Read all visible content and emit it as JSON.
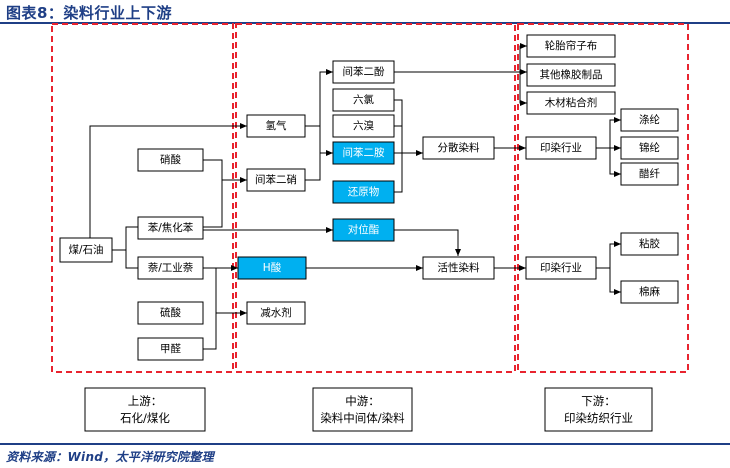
{
  "header": {
    "title": "图表8：染料行业上下游"
  },
  "footer": {
    "source": "资料来源：Wind，太平洋研究院整理"
  },
  "colors": {
    "brand": "#1f3f86",
    "highlight": "#00b0f0",
    "dashed_border": "#e8242f"
  },
  "diagram": {
    "nodes": {
      "coal_oil": "煤/石油",
      "nitric_acid": "硝酸",
      "benzene_coke": "苯/焦化苯",
      "naphthalene": "萘/工业萘",
      "sulfuric_acid": "硫酸",
      "formaldehyde": "甲醛",
      "hydrogen": "氢气",
      "m_dinitrobenzene": "间苯二硝",
      "m_phenylenediol": "间苯二酚",
      "hexachloro": "六氯",
      "hexabromo": "六溴",
      "m_phenylenediamine": "间苯二胺",
      "reductant": "还原物",
      "p_aminophenol": "对位酯",
      "h_acid": "H酸",
      "water_reducer": "减水剂",
      "disperse_dye": "分散染料",
      "reactive_dye": "活性染料",
      "tire_cord": "轮胎帘子布",
      "other_rubber": "其他橡胶制品",
      "wood_adhesive": "木材粘合剂",
      "printing_dyeing_1": "印染行业",
      "printing_dyeing_2": "印染行业",
      "polyester": "涤纶",
      "nylon": "锦纶",
      "acetate": "醋纤",
      "viscose": "粘胶",
      "cotton_linen": "棉麻"
    },
    "stages": {
      "upstream": {
        "label": "上游：",
        "desc": "石化/煤化"
      },
      "midstream": {
        "label": "中游：",
        "desc": "染料中间体/染料"
      },
      "downstream": {
        "label": "下游：",
        "desc": "印染纺织行业"
      }
    }
  }
}
